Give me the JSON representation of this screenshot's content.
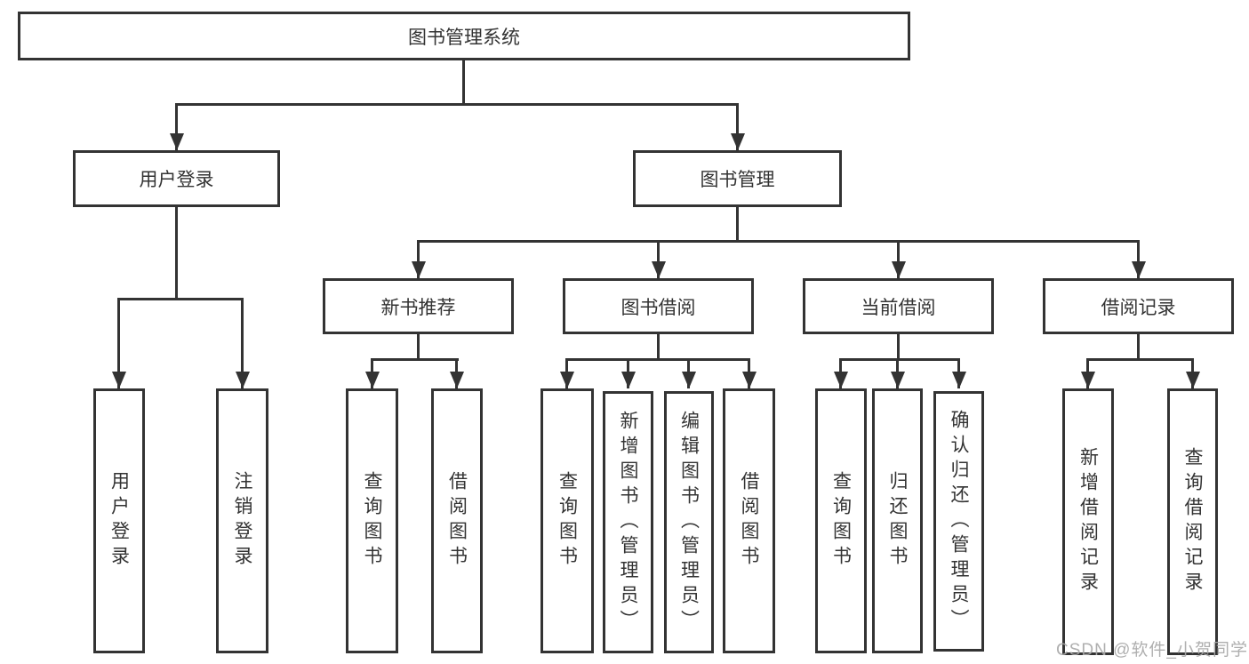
{
  "title": {
    "label": "图书管理系统"
  },
  "branches": {
    "user_login": {
      "label": "用户登录",
      "children": [
        {
          "label": "用户登录"
        },
        {
          "label": "注销登录"
        }
      ]
    },
    "book_management": {
      "label": "图书管理",
      "sections": [
        {
          "label": "新书推荐",
          "children": [
            {
              "label": "查询图书"
            },
            {
              "label": "借阅图书"
            }
          ]
        },
        {
          "label": "图书借阅",
          "children": [
            {
              "label": "查询图书"
            },
            {
              "label": "新增图书（管理员）"
            },
            {
              "label": "编辑图书（管理员）"
            },
            {
              "label": "借阅图书"
            }
          ]
        },
        {
          "label": "当前借阅",
          "children": [
            {
              "label": "查询图书"
            },
            {
              "label": "归还图书"
            },
            {
              "label": "确认归还（管理员）"
            }
          ]
        },
        {
          "label": "借阅记录",
          "children": [
            {
              "label": "新增借阅记录"
            },
            {
              "label": "查询借阅记录"
            }
          ]
        }
      ]
    }
  },
  "watermark": {
    "text": "CSDN @软件_小贺同学"
  },
  "colors": {
    "line": "#333333",
    "text": "#333333",
    "watermark": "#a8a8a8",
    "background": "#ffffff"
  }
}
